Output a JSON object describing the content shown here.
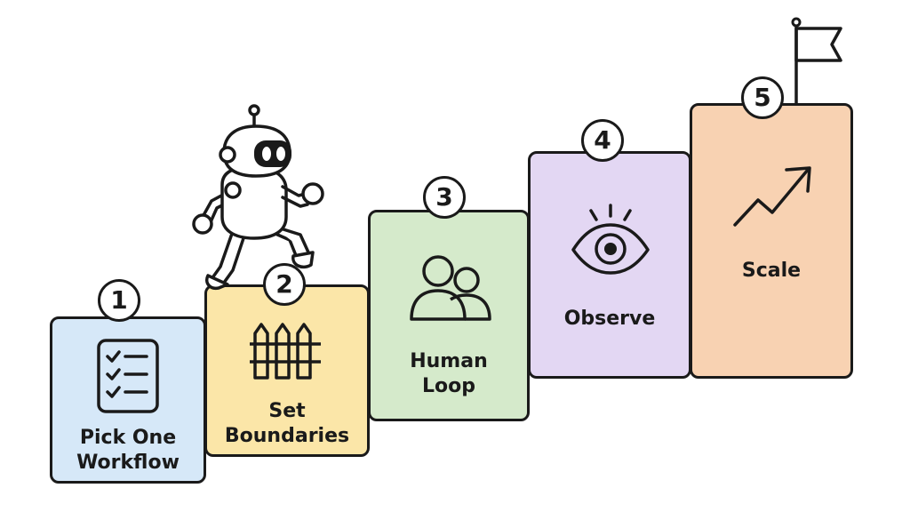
{
  "steps": [
    {
      "number": "1",
      "label": "Pick One\nWorkflow",
      "color": "#d6e8f8",
      "icon": "checklist-icon"
    },
    {
      "number": "2",
      "label": "Set\nBoundaries",
      "color": "#fbe6a8",
      "icon": "fence-icon"
    },
    {
      "number": "3",
      "label": "Human\nLoop",
      "color": "#d5eacb",
      "icon": "people-icon"
    },
    {
      "number": "4",
      "label": "Observe",
      "color": "#e3d7f3",
      "icon": "eye-icon"
    },
    {
      "number": "5",
      "label": "Scale",
      "color": "#f8d2b2",
      "icon": "trend-up-arrow-icon"
    }
  ],
  "decorations": {
    "robot": "robot-icon",
    "flag": "flag-icon"
  }
}
